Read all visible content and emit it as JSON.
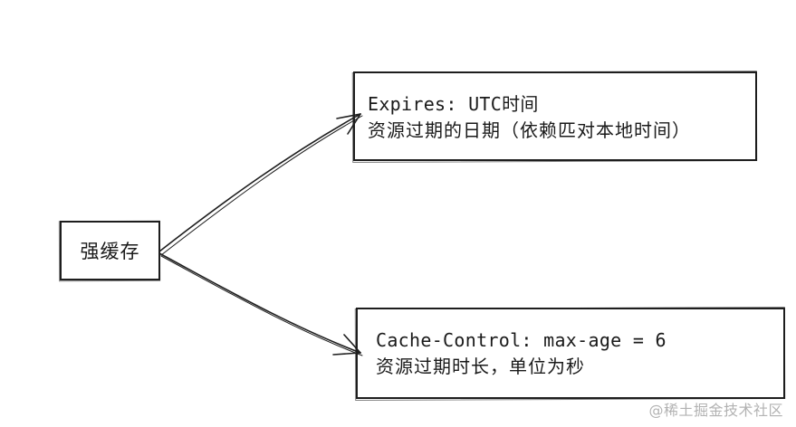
{
  "diagram": {
    "root": {
      "label": "强缓存"
    },
    "expires": {
      "line1": "Expires:  UTC时间",
      "line2": "资源过期的日期（依赖匹对本地时间）"
    },
    "cache_control": {
      "line1": "Cache-Control: max-age = 6",
      "line2": "资源过期时长，单位为秒"
    },
    "edges": [
      {
        "from": "强缓存",
        "to": "Expires"
      },
      {
        "from": "强缓存",
        "to": "Cache-Control"
      }
    ]
  },
  "watermark": "@稀土掘金技术社区",
  "colors": {
    "stroke": "#1e1e1e",
    "background": "#ffffff",
    "watermark": "#aaaaaa"
  }
}
